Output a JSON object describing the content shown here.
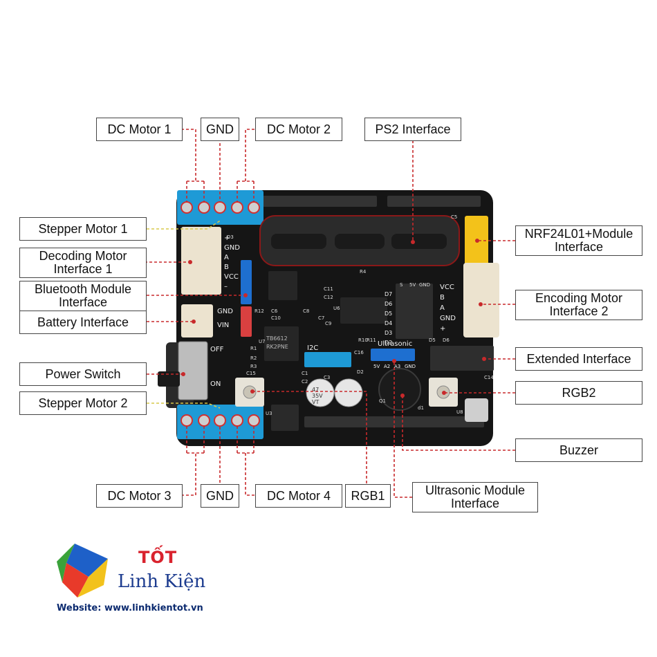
{
  "labels": {
    "dc_motor_1": "DC Motor 1",
    "gnd_top": "GND",
    "dc_motor_2": "DC Motor 2",
    "ps2_interface": "PS2 Interface",
    "stepper_motor_1": "Stepper Motor 1",
    "decoding_motor_interface_1": "Decoding Motor\nInterface 1",
    "bluetooth_module_interface": "Bluetooth Module\nInterface",
    "battery_interface": "Battery Interface",
    "power_switch": "Power Switch",
    "stepper_motor_2": "Stepper Motor 2",
    "nrf24l01_module_interface": "NRF24L01+Module\nInterface",
    "encoding_motor_interface_2": "Encoding Motor\nInterface 2",
    "extended_interface": "Extended Interface",
    "rgb2": "RGB2",
    "buzzer": "Buzzer",
    "dc_motor_3": "DC Motor 3",
    "gnd_bottom": "GND",
    "dc_motor_4": "DC Motor 4",
    "rgb1": "RGB1",
    "ultrasonic_module_interface": "Ultrasonic Module\nInterface"
  },
  "board_silkscreen": {
    "decoding_pins": [
      "+",
      "GND",
      "A",
      "B",
      "VCC",
      "–"
    ],
    "battery_pins": [
      "GND",
      "VIN"
    ],
    "switch_marks": [
      "OFF",
      "ON"
    ],
    "encoding_pins": [
      "VCC",
      "B",
      "A",
      "GND",
      "+"
    ],
    "ultrasonic_label": "Ultrasonic",
    "ultrasonic_pins": [
      "5V",
      "A2",
      "A3",
      "GND"
    ],
    "i2c_label": "I2C",
    "capacitor_text": [
      "47",
      "35V",
      "VT"
    ],
    "d_pins": [
      "D7",
      "D6",
      "D5",
      "D4",
      "D3",
      "D2"
    ],
    "refs": [
      "D3",
      "R4",
      "C5",
      "C11",
      "C12",
      "U6",
      "R12",
      "C6",
      "C10",
      "C8",
      "C7",
      "C9",
      "C16",
      "R1",
      "R2",
      "R3",
      "U7",
      "C15",
      "C1",
      "C2",
      "C3",
      "D2",
      "Q1",
      "U3",
      "d1",
      "U8",
      "C14",
      "R10",
      "R11",
      "D5",
      "D6",
      "S",
      "5V",
      "GND"
    ],
    "chip_text": [
      "TB6612",
      "RK2PNE"
    ]
  },
  "footer": {
    "brand_top": "TỐT",
    "brand_name": "Linh Kiện",
    "website": "Website: www.linhkientot.vn"
  },
  "colors": {
    "board": "#151515",
    "terminal_blue": "#1e9ad6",
    "connector_white": "#ece3cf",
    "nrf_yellow": "#f3c21a",
    "leader_red": "#c8292b",
    "leader_yellow": "#d7c84a",
    "brand_red": "#d9232e",
    "brand_blue": "#1d3c8f"
  }
}
